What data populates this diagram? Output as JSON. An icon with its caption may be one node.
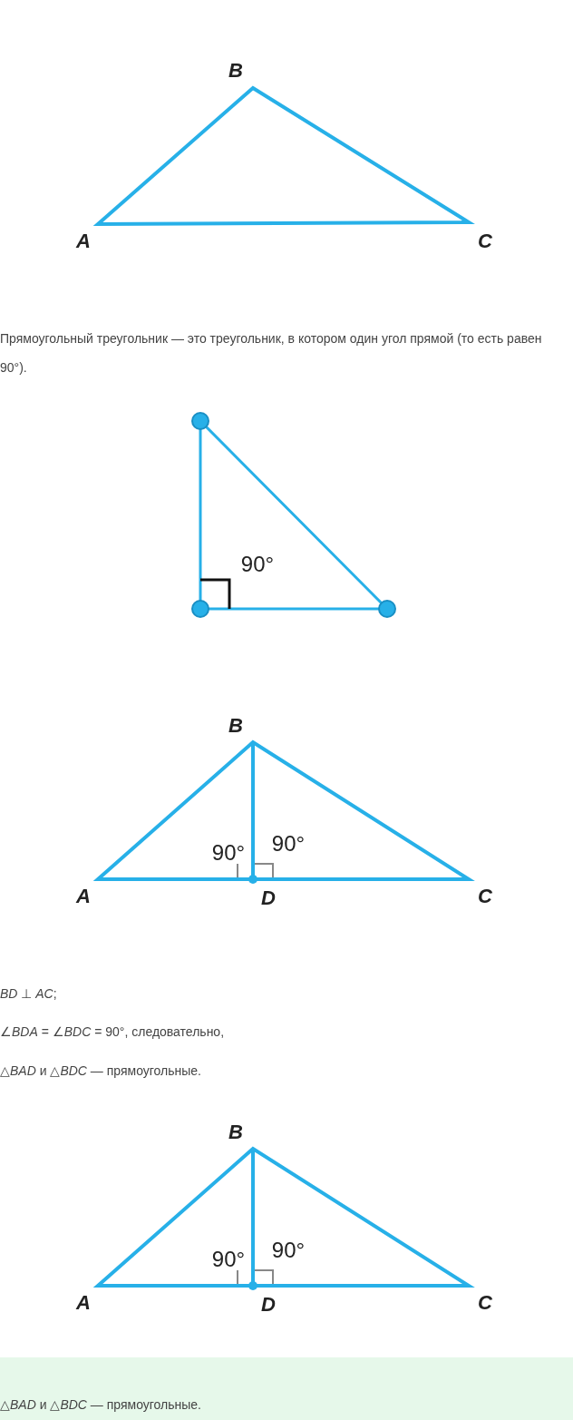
{
  "diagram": {
    "labels": [
      "B",
      "A",
      "C",
      "Прямоугольный треугольник — это треугольник, в котором один угол прямой (то есть равен 90°).",
      "90°",
      "B",
      "90°",
      "90°",
      "A",
      "D",
      "C",
      "*BD* ⊥ *AC*;",
      "∠*BDA* = ∠*BDC* = 90°, следовательно,",
      "△*BAD* и △*BDC* — прямоугольные.",
      "B",
      "90°",
      "90°",
      "A",
      "D",
      "C",
      "△*BAD* и △*BDC* — прямоугольные."
    ]
  }
}
